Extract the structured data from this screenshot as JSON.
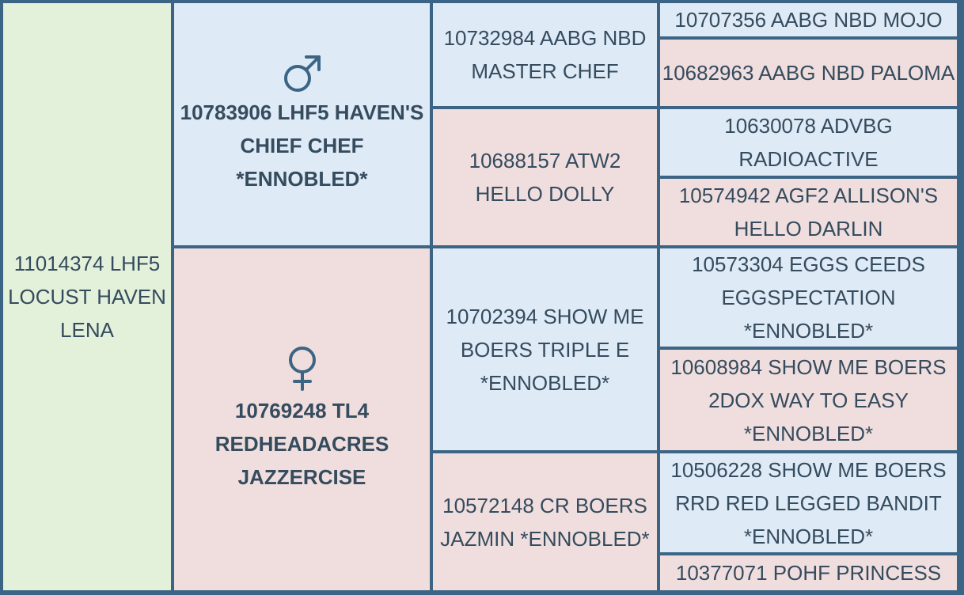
{
  "colors": {
    "border": "#3c6585",
    "text": "#354b5e",
    "animal": "#e3f0da",
    "male": "#deeaf5",
    "female": "#efdedd"
  },
  "animal": {
    "name": "11014374 LHF5 LOCUST HAVEN LENA"
  },
  "sire": {
    "icon": "male-symbol-icon",
    "name": "10783906 LHF5 HAVEN'S CHIEF CHEF *ENNOBLED*",
    "sire": {
      "name": "10732984 AABG NBD MASTER CHEF",
      "sire": "10707356 AABG NBD MOJO",
      "dam": "10682963 AABG NBD PALOMA"
    },
    "dam": {
      "name": "10688157 ATW2 HELLO DOLLY",
      "sire": "10630078 ADVBG RADIOACTIVE",
      "dam": "10574942 AGF2 ALLISON'S HELLO DARLIN"
    }
  },
  "dam": {
    "icon": "female-symbol-icon",
    "name": "10769248 TL4 REDHEADACRES JAZZERCISE",
    "sire": {
      "name": "10702394 SHOW ME BOERS TRIPLE E *ENNOBLED*",
      "sire": "10573304 EGGS CEEDS EGGSPECTATION *ENNOBLED*",
      "dam": "10608984 SHOW ME BOERS 2DOX WAY TO EASY *ENNOBLED*"
    },
    "dam": {
      "name": "10572148 CR BOERS JAZMIN *ENNOBLED*",
      "sire": "10506228 SHOW ME BOERS RRD RED LEGGED BANDIT *ENNOBLED*",
      "dam": "10377071 POHF PRINCESS"
    }
  }
}
